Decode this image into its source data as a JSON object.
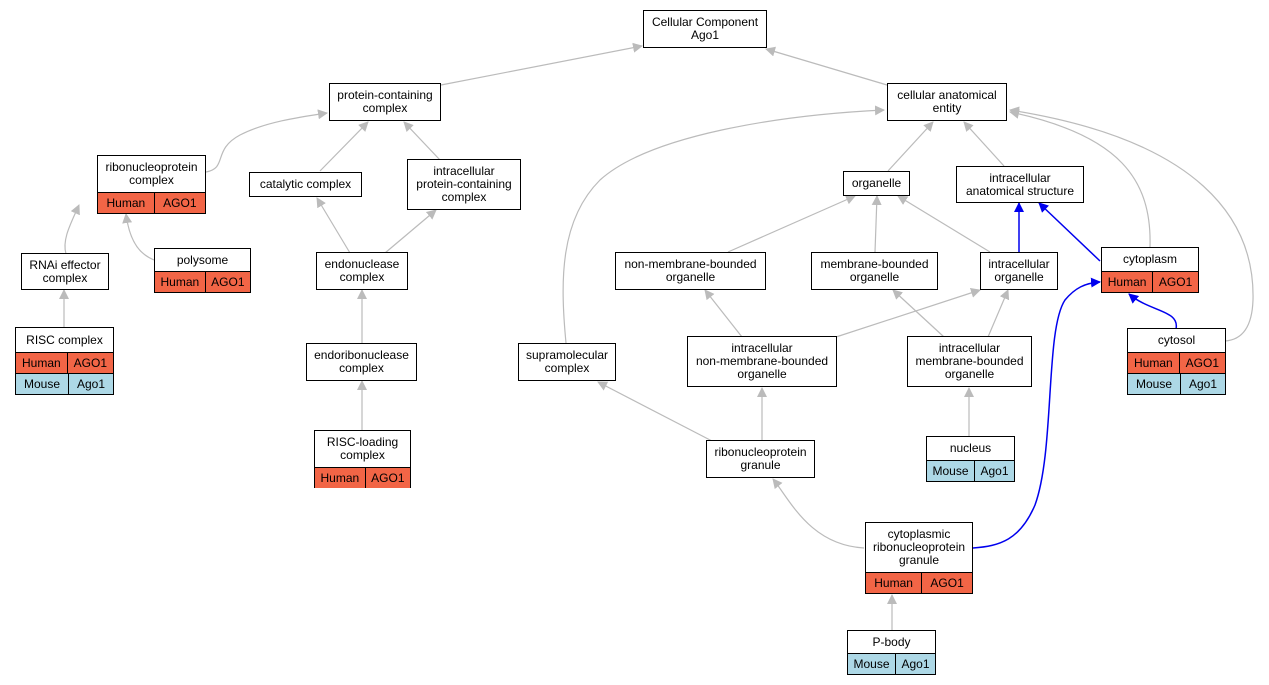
{
  "colors": {
    "human": "#f26546",
    "mouse": "#add8e6",
    "edge_gray": "#bbbbbb",
    "edge_blue": "#0000ee"
  },
  "nodes": {
    "cellular_component": {
      "lines": [
        "Cellular Component",
        "Ago1"
      ]
    },
    "protein_containing_complex": {
      "lines": [
        "protein-containing",
        "complex"
      ]
    },
    "cellular_anatomical_entity": {
      "lines": [
        "cellular anatomical",
        "entity"
      ]
    },
    "ribonucleoprotein_complex": {
      "lines": [
        "ribonucleoprotein",
        "complex"
      ],
      "rows": [
        [
          "Human",
          "AGO1"
        ]
      ]
    },
    "catalytic_complex": {
      "lines": [
        "catalytic complex"
      ]
    },
    "intracellular_protein_containing_complex": {
      "lines": [
        "intracellular",
        "protein-containing",
        "complex"
      ]
    },
    "organelle": {
      "lines": [
        "organelle"
      ]
    },
    "intracellular_anatomical_structure": {
      "lines": [
        "intracellular",
        "anatomical structure"
      ]
    },
    "rnai_effector_complex": {
      "lines": [
        "RNAi effector",
        "complex"
      ]
    },
    "polysome": {
      "lines": [
        "polysome"
      ],
      "rows": [
        [
          "Human",
          "AGO1"
        ]
      ]
    },
    "endonuclease_complex": {
      "lines": [
        "endonuclease",
        "complex"
      ]
    },
    "non_membrane_bounded_organelle": {
      "lines": [
        "non-membrane-bounded",
        "organelle"
      ]
    },
    "membrane_bounded_organelle": {
      "lines": [
        "membrane-bounded",
        "organelle"
      ]
    },
    "intracellular_organelle": {
      "lines": [
        "intracellular",
        "organelle"
      ]
    },
    "cytoplasm": {
      "lines": [
        "cytoplasm"
      ],
      "rows": [
        [
          "Human",
          "AGO1"
        ]
      ]
    },
    "risc_complex": {
      "lines": [
        "RISC complex"
      ],
      "rows": [
        [
          "Human",
          "AGO1"
        ],
        [
          "Mouse",
          "Ago1"
        ]
      ]
    },
    "endoribonuclease_complex": {
      "lines": [
        "endoribonuclease",
        "complex"
      ]
    },
    "supramolecular_complex": {
      "lines": [
        "supramolecular",
        "complex"
      ]
    },
    "intracellular_non_membrane_bounded_organelle": {
      "lines": [
        "intracellular",
        "non-membrane-bounded",
        "organelle"
      ]
    },
    "intracellular_membrane_bounded_organelle": {
      "lines": [
        "intracellular",
        "membrane-bounded",
        "organelle"
      ]
    },
    "cytosol": {
      "lines": [
        "cytosol"
      ],
      "rows": [
        [
          "Human",
          "AGO1"
        ],
        [
          "Mouse",
          "Ago1"
        ]
      ]
    },
    "risc_loading_complex": {
      "lines": [
        "RISC-loading",
        "complex"
      ],
      "rows": [
        [
          "Human",
          "AGO1"
        ]
      ]
    },
    "ribonucleoprotein_granule": {
      "lines": [
        "ribonucleoprotein",
        "granule"
      ]
    },
    "nucleus": {
      "lines": [
        "nucleus"
      ],
      "rows": [
        [
          "Mouse",
          "Ago1"
        ]
      ]
    },
    "cytoplasmic_ribonucleoprotein_granule": {
      "lines": [
        "cytoplasmic",
        "ribonucleoprotein",
        "granule"
      ],
      "rows": [
        [
          "Human",
          "AGO1"
        ]
      ]
    },
    "p_body": {
      "lines": [
        "P-body"
      ],
      "rows": [
        [
          "Mouse",
          "Ago1"
        ]
      ]
    }
  }
}
